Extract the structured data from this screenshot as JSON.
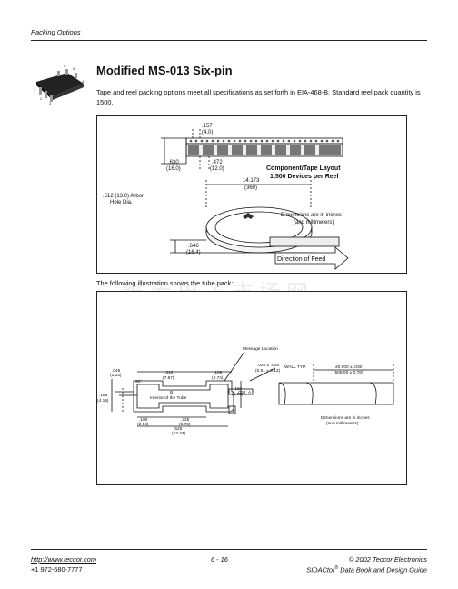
{
  "header": {
    "section": "Packing Options"
  },
  "chip": {
    "pins": [
      "1",
      "2",
      "3",
      "4",
      "5",
      "6"
    ]
  },
  "title": "Modified MS-013 Six-pin",
  "intro": "Tape and reel packing options meet all specifications as set forth in EIA-468-B. Standard reel pack quantity is 1500.",
  "reel_diagram": {
    "dim_157": ".157",
    "dim_157_mm": "(4.0)",
    "dim_630": ".630",
    "dim_630_mm": "(16.0)",
    "dim_472": ".472",
    "dim_472_mm": "(12.0)",
    "layout_title": "Component/Tape Layout",
    "layout_sub": "1,500 Devices per Reel",
    "dim_14173": "14.173",
    "dim_14173_mm": "(360)",
    "arbor": ".512 (13.0) Arbor",
    "arbor2": "Hole Dia.",
    "units_note": "Dimensions are in inches",
    "units_note2": "(and millimeters)",
    "dim_646": ".646",
    "dim_646_mm": "(16.4)",
    "feed": "Direction of Feed"
  },
  "tube_caption": "The following illustration shows the tube pack:",
  "watermark": "维库电子市场网",
  "tube_diagram": {
    "msg_loc": "Message Location",
    "wall": ".020 ± .005",
    "wall_mm": "(0.51 ± 0.13)",
    "wall_typ": "WALL TYP.",
    "d045": ".045",
    "d045_mm": "(1.14)",
    "d310": ".310",
    "d310_mm": "(7.87)",
    "d108": ".108",
    "d108_mm": "(2.74)",
    "d90": "90°",
    "d165": ".165",
    "d165_mm": "(4.19)",
    "interior1": "B",
    "interior2": "Interior of the Tube",
    "d110": ".110",
    "d110_mm": "(2.79)",
    "tol": ".004",
    "ref_a": "A",
    "datum_a": "A",
    "d100": ".100",
    "d100_mm": "(2.54)",
    "d225": ".225",
    "d225_mm": "(5.72)",
    "d525": ".525",
    "d525_mm": "(13.34)",
    "len": "20.000 ± .030",
    "len_mm": "(508.00 ± 0.76)",
    "units_note": "Dimensions are in inches",
    "units_note2": "(and millimeters)"
  },
  "footer": {
    "url": "http://www.teccor.com",
    "phone": "+1 972-580-7777",
    "page": "6 - 16",
    "copyright": "© 2002 Teccor Electronics",
    "book": "SIDACtor",
    "book_sup": "®",
    "book_rest": " Data Book and Design Guide"
  }
}
